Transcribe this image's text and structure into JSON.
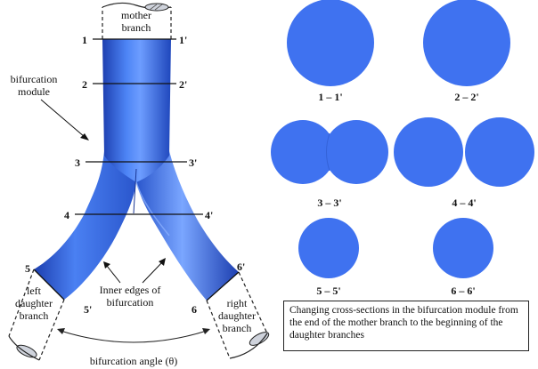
{
  "colors": {
    "vessel": "#3b6ee6",
    "vessel_dark": "#1b3fa8",
    "section": "#3f72f0"
  },
  "labels": {
    "mother": [
      "mother",
      "branch"
    ],
    "module": [
      "bifurcation",
      "module"
    ],
    "left": [
      "left",
      "daughter",
      "branch"
    ],
    "right": [
      "right",
      "daughter",
      "branch"
    ],
    "inner": [
      "Inner edges of",
      "bifurcation"
    ],
    "angle": "bifurcation angle (θ)"
  },
  "lines": {
    "l1": "1",
    "r1": "1'",
    "l2": "2",
    "r2": "2'",
    "l3": "3",
    "r3": "3'",
    "l4": "4",
    "r4": "4'",
    "l5": "5",
    "r5": "5'",
    "l6": "6",
    "r6": "6'"
  },
  "sections": {
    "s1": "1 – 1'",
    "s2": "2 – 2'",
    "s3": "3 – 3'",
    "s4": "4 – 4'",
    "s5": "5 – 5'",
    "s6": "6 – 6'"
  },
  "caption": "Changing cross-sections in the bifurcation module from the end of the mother branch to the beginning of the daughter branches"
}
